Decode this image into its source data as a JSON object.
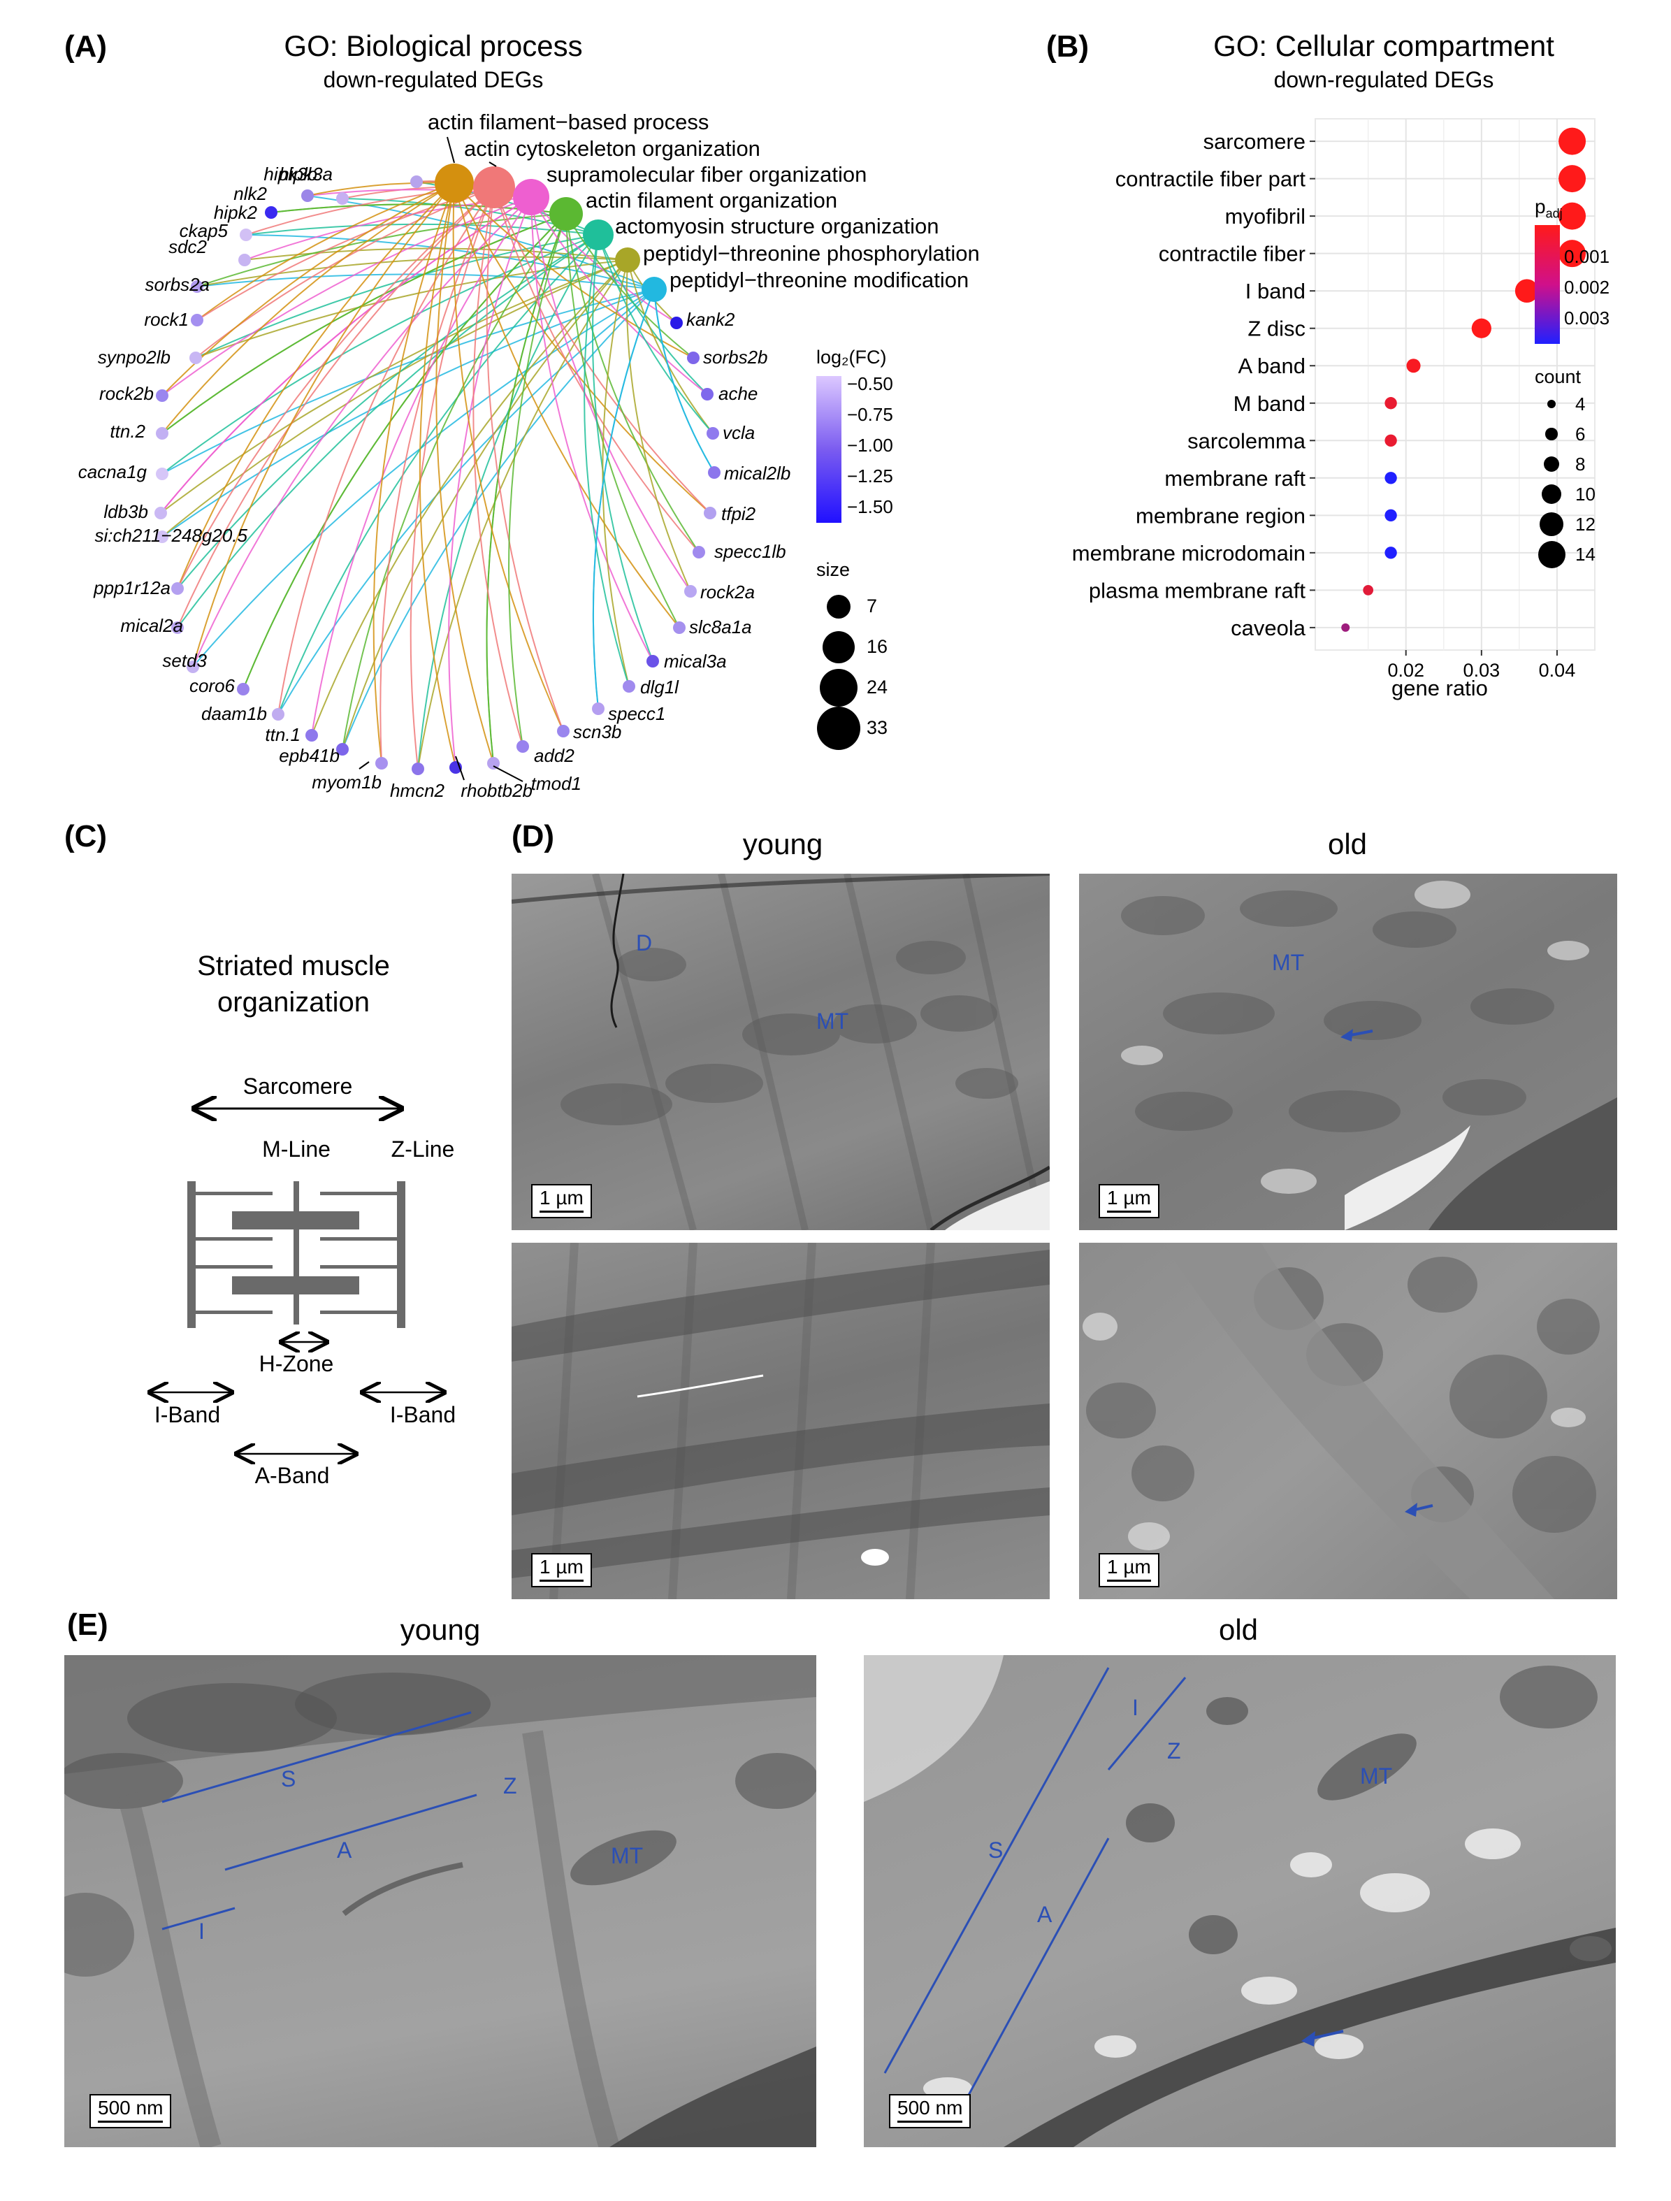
{
  "panels": {
    "A": {
      "label": "(A)",
      "title": "GO: Biological process",
      "subtitle": "down-regulated DEGs",
      "terms": [
        "actin filament−based process",
        "actin cytoskeleton organization",
        "supramolecular fiber organization",
        "actin filament organization",
        "actomyosin structure organization",
        "peptidyl−threonine phosphorylation",
        "peptidyl−threonine modification"
      ],
      "term_colors": [
        "#d4900f",
        "#f07878",
        "#ee5fd0",
        "#5bb832",
        "#1fbf9a",
        "#a8a628",
        "#22b8e0"
      ],
      "genes_left": [
        "hipk3b",
        "hipk3a",
        "nlk2",
        "hipk2",
        "ckap5",
        "sdc2",
        "sorbs2a",
        "rock1",
        "synpo2lb",
        "rock2b",
        "ttn.2",
        "cacna1g",
        "ldb3b",
        "si:ch211−248g20.5",
        "ppp1r12a",
        "mical2a",
        "setd3",
        "coro6",
        "daam1b",
        "ttn.1",
        "epb41b",
        "myom1b",
        "hmcn2",
        "rhobtb2b",
        "tmod1"
      ],
      "genes_right": [
        "kank2",
        "sorbs2b",
        "ache",
        "vcla",
        "mical2lb",
        "tfpi2",
        "specc1lb",
        "rock2a",
        "slc8a1a",
        "mical3a",
        "dlg1l",
        "specc1",
        "scn3b",
        "add2"
      ],
      "fc_legend": {
        "title": "log₂(FC)",
        "ticks": [
          "−0.50",
          "−0.75",
          "−1.00",
          "−1.25",
          "−1.50"
        ]
      },
      "size_legend": {
        "title": "size",
        "values": [
          "7",
          "16",
          "24",
          "33"
        ]
      }
    },
    "B": {
      "label": "(B)",
      "title": "GO: Cellular compartment",
      "subtitle": "down-regulated DEGs",
      "padj_title": "p",
      "padj_sub": "adj",
      "padj_ticks": [
        "0.001",
        "0.002",
        "0.003"
      ],
      "count_title": "count",
      "count_ticks": [
        "4",
        "6",
        "8",
        "10",
        "12",
        "14"
      ]
    },
    "C": {
      "label": "(C)",
      "title_line1": "Striated muscle",
      "title_line2": "organization",
      "sarcomere": "Sarcomere",
      "m_line": "M-Line",
      "z_line": "Z-Line",
      "h_zone": "H-Zone",
      "i_band_left": "I-Band",
      "i_band_right": "I-Band",
      "a_band": "A-Band"
    },
    "D": {
      "label": "(D)",
      "col_young": "young",
      "col_old": "old",
      "scale": "1 µm",
      "label_D": "D",
      "label_MT_young": "MT",
      "label_MT_old": "MT"
    },
    "E": {
      "label": "(E)",
      "col_young": "young",
      "col_old": "old",
      "scale": "500 nm",
      "young_labels": {
        "S": "S",
        "Z": "Z",
        "A": "A",
        "I": "I",
        "MT": "MT"
      },
      "old_labels": {
        "S": "S",
        "Z": "Z",
        "A": "A",
        "I": "I",
        "MT": "MT"
      }
    }
  },
  "chart_data": {
    "type": "scatter",
    "title": "GO: Cellular compartment",
    "subtitle": "down-regulated DEGs",
    "xlabel": "gene ratio",
    "ylabel": "",
    "xlim": [
      0.008,
      0.045
    ],
    "xticks": [
      0.02,
      0.03,
      0.04
    ],
    "xtick_labels": [
      "0.02",
      "0.03",
      "0.04"
    ],
    "grid": true,
    "categories": [
      "sarcomere",
      "contractile fiber part",
      "myofibril",
      "contractile fiber",
      "I band",
      "Z disc",
      "A band",
      "M band",
      "sarcolemma",
      "membrane raft",
      "membrane region",
      "membrane microdomain",
      "plasma membrane raft",
      "caveola"
    ],
    "gene_ratio": [
      0.042,
      0.042,
      0.042,
      0.042,
      0.036,
      0.03,
      0.021,
      0.018,
      0.018,
      0.018,
      0.018,
      0.018,
      0.015,
      0.012
    ],
    "count": [
      14,
      14,
      14,
      14,
      12,
      10,
      7,
      6,
      6,
      6,
      6,
      6,
      5,
      4
    ],
    "p_adj": [
      0.0005,
      0.0005,
      0.0005,
      0.0005,
      0.0005,
      0.0005,
      0.0006,
      0.0008,
      0.0008,
      0.0035,
      0.0035,
      0.0035,
      0.0009,
      0.0018
    ],
    "legend_position": "right"
  }
}
